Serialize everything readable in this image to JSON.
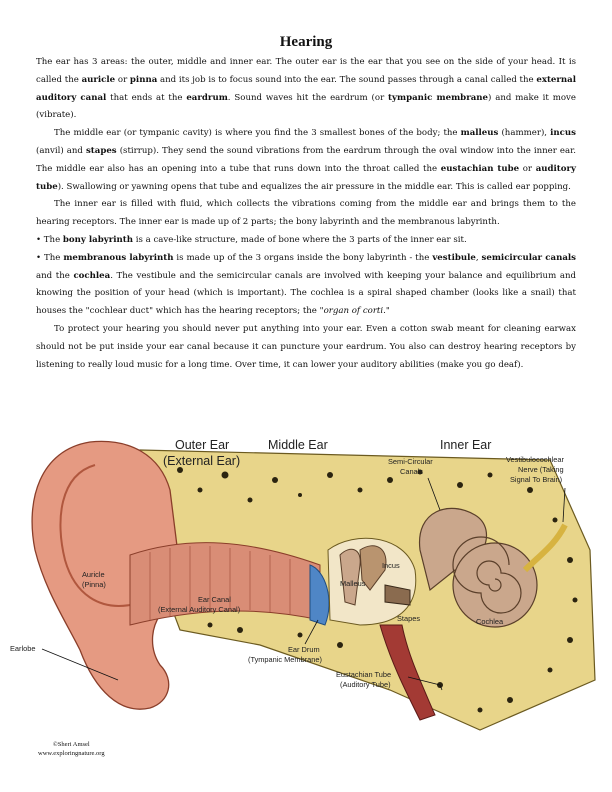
{
  "title": "Hearing",
  "p1": {
    "t1": "The ear has 3 areas: the outer, middle and inner ear. The outer ear is the ear that you see on the side of your head. It is called the ",
    "b1": "auricle",
    "t2": " or ",
    "b2": "pinna",
    "t3": " and its job is to focus sound into the ear. The sound passes through a canal called the ",
    "b3": "external auditory canal",
    "t4": " that ends at the ",
    "b4": "eardrum",
    "t5": ". Sound waves hit the eardrum (or ",
    "b5": "tympanic membrane",
    "t6": ") and make it move (vibrate)."
  },
  "p2": {
    "t1": "The middle ear (or tympanic cavity) is where you find the 3 smallest bones of the body; the ",
    "b1": "malleus",
    "t2": " (hammer), ",
    "b2": "incus",
    "t3": " (anvil) and ",
    "b3": "stapes",
    "t4": " (stirrup). They send the sound vibrations from the eardrum through the oval window into the inner ear. The middle ear also has an opening into a tube that runs down into the throat called the ",
    "b4": "eustachian tube",
    "t5": " or ",
    "b5": "auditory tube",
    "t6": "). Swallowing or yawning opens that tube and equalizes the air pressure in the middle ear. This is called ear popping."
  },
  "p3": {
    "text": "The inner ear is filled with fluid, which collects the vibrations coming from the middle ear and brings them to the hearing receptors. The inner ear is made up of 2 parts; the bony labyrinth and the membranous labyrinth."
  },
  "p4": {
    "t1": "• The ",
    "b1": "bony labyrinth",
    "t2": " is a cave-like structure, made of bone where the 3 parts of the inner ear sit."
  },
  "p5": {
    "t1": "• The ",
    "b1": "membranous labyrinth",
    "t2": " is made up of the 3 organs inside the bony labyrinth - the ",
    "b2": "vestibule",
    "t3": ", ",
    "b3": "semicircular canals",
    "t4": " and the ",
    "b4": "cochlea",
    "t5": ". The vestibule and the semicircular canals are involved with keeping your balance and equilibrium and knowing the position of your head (which is important). The cochlea is a spiral shaped chamber (looks like a snail) that houses the \"cochlear duct\" which has the hearing receptors; the \"",
    "i1": "organ of corti",
    "t6": ".\""
  },
  "p6": {
    "text": "To protect your hearing you should never put anything into your ear. Even a cotton swab meant for cleaning earwax should not be put inside your ear canal because it can puncture your eardrum. You also can destroy hearing receptors by listening to really loud music for a long time. Over time, it can lower your auditory abilities (make you go deaf)."
  },
  "diagram": {
    "outer_ear_1": "Outer Ear",
    "outer_ear_2": "(External Ear)",
    "middle_ear": "Middle Ear",
    "inner_ear": "Inner Ear",
    "semicircular_1": "Semi-Circular",
    "semicircular_2": "Canals",
    "vestibulo_1": "Vestibulocochlear",
    "vestibulo_2": "Nerve (Taking",
    "vestibulo_3": "Signal To Brain)",
    "auricle_1": "Auricle",
    "auricle_2": "(Pinna)",
    "canal_1": "Ear Canal",
    "canal_2": "(External Auditory Canal)",
    "incus": "Incus",
    "malleus": "Malleus",
    "stapes": "Stapes",
    "cochlea": "Cochlea",
    "earlobe": "Earlobe",
    "drum_1": "Ear Drum",
    "drum_2": "(Tympanic Membrane)",
    "eust_1": "Eustachian Tube",
    "eust_2": "(Auditory Tube)"
  },
  "credit": {
    "line1": "©Sheri Amsel",
    "line2": "www.exploringnature.org"
  },
  "colors": {
    "skin": "#e59a82",
    "bone": "#e8d58a",
    "drum": "#4f86c6",
    "cochlea": "#caa78c",
    "tube": "#a33a34"
  }
}
